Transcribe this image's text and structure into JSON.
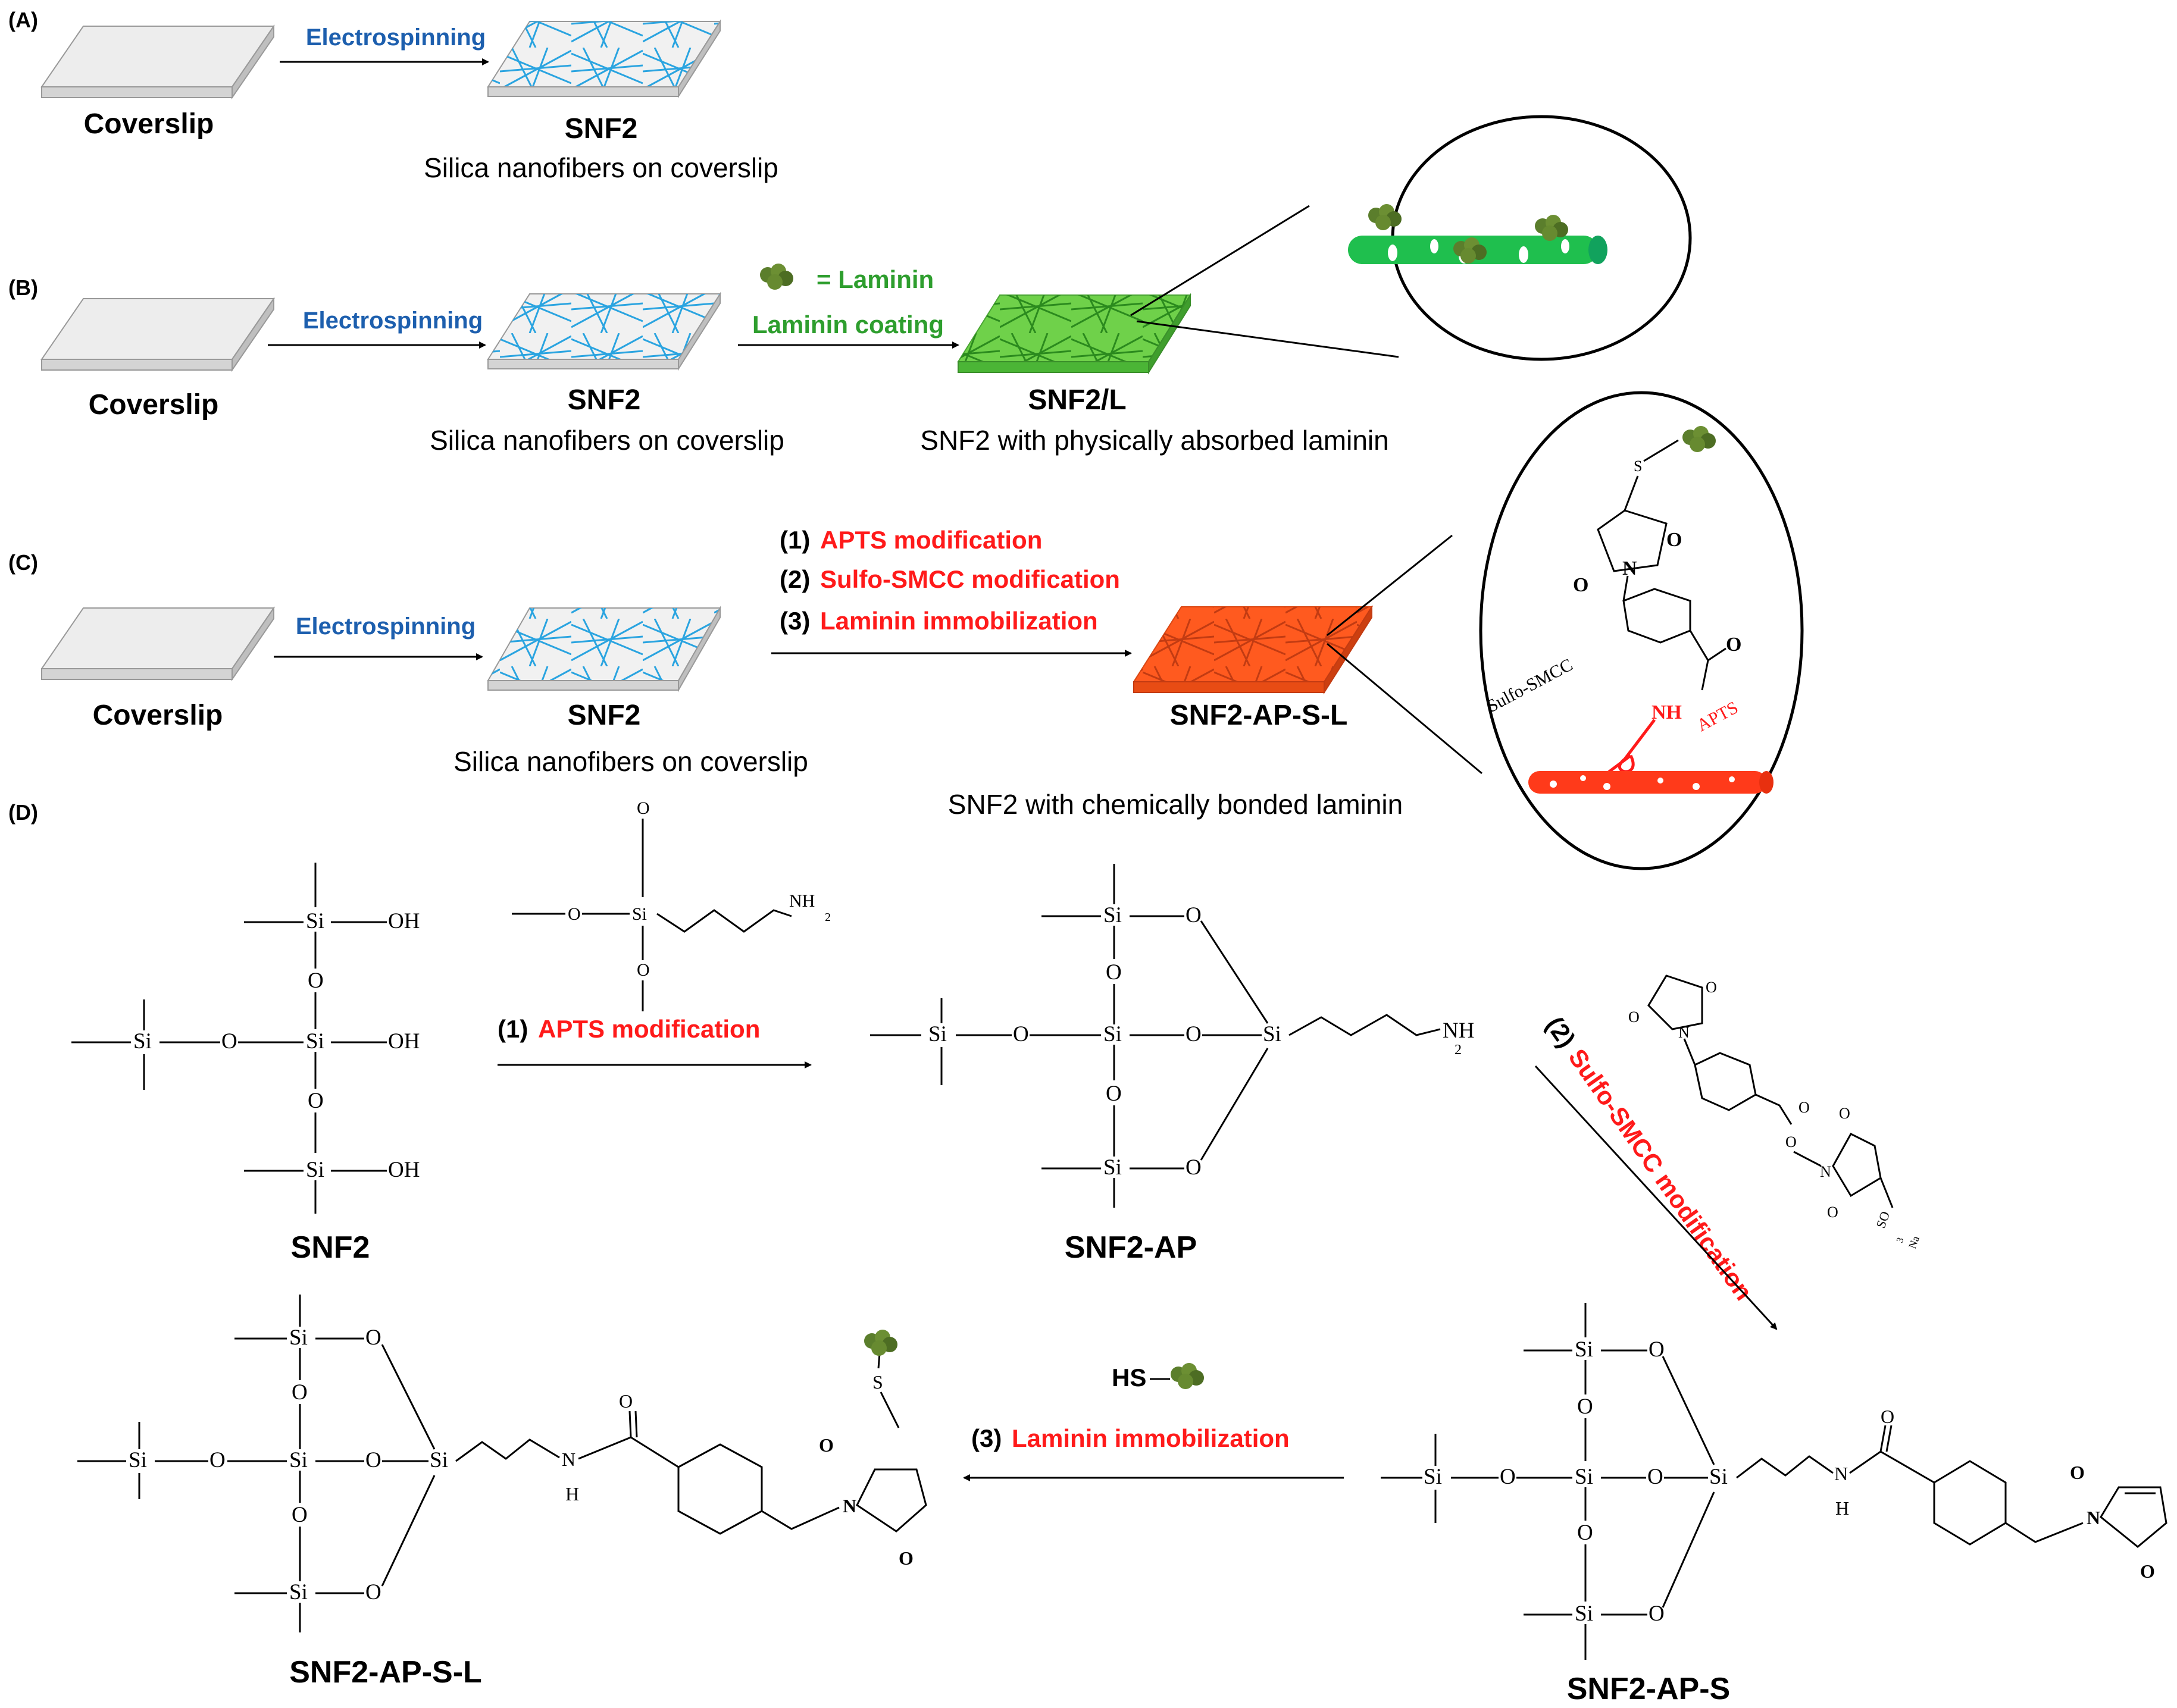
{
  "panels": {
    "a": "(A)",
    "b": "(B)",
    "c": "(C)",
    "d": "(D)"
  },
  "common": {
    "coverslip": "Coverslip",
    "electrospinning": "Electrospinning",
    "snf2": "SNF2",
    "silica": "Silica nanofibers on coverslip"
  },
  "panel_b": {
    "legend": "= Laminin",
    "coating": "Laminin coating",
    "product": "SNF2/L",
    "product_caption": "SNF2 with physically absorbed laminin"
  },
  "panel_c": {
    "step1_num": "(1)",
    "step1": "APTS modification",
    "step2_num": "(2)",
    "step2": "Sulfo-SMCC modification",
    "step3_num": "(3)",
    "step3": "Laminin immobilization",
    "product": "SNF2-AP-S-L",
    "product_caption": "SNF2 with chemically bonded laminin",
    "inset_sulfo": "Sulfo-SMCC",
    "inset_apts": "APTS",
    "inset_nh": "NH",
    "inset_s": "S",
    "inset_o": "O",
    "inset_n": "N"
  },
  "panel_d": {
    "snf2": "SNF2",
    "snf2_ap": "SNF2-AP",
    "snf2_ap_s": "SNF2-AP-S",
    "snf2_ap_s_l": "SNF2-AP-S-L",
    "step1_num": "(1)",
    "step1": "APTS modification",
    "step2_num": "(2)",
    "step2": "Sulfo-SMCC modification",
    "step3_num": "(3)",
    "step3": "Laminin immobilization",
    "hs": "HS",
    "atoms": {
      "si": "Si",
      "o": "O",
      "oh": "OH",
      "nh": "NH",
      "sub2": "2",
      "h": "H",
      "n": "N",
      "s": "S",
      "so3na": "SO",
      "sub3": "3",
      "na": "Na"
    }
  },
  "colors": {
    "arrow_label_blue": "#1d5fae",
    "laminin_green": "#2e9e2e",
    "red": "#ff1a1a",
    "fiber_blue": "#2aa4e0",
    "slab_green": "#6fd14a",
    "slab_orange": "#ff5a1f",
    "laminin_dark": "#5a7a2a"
  }
}
